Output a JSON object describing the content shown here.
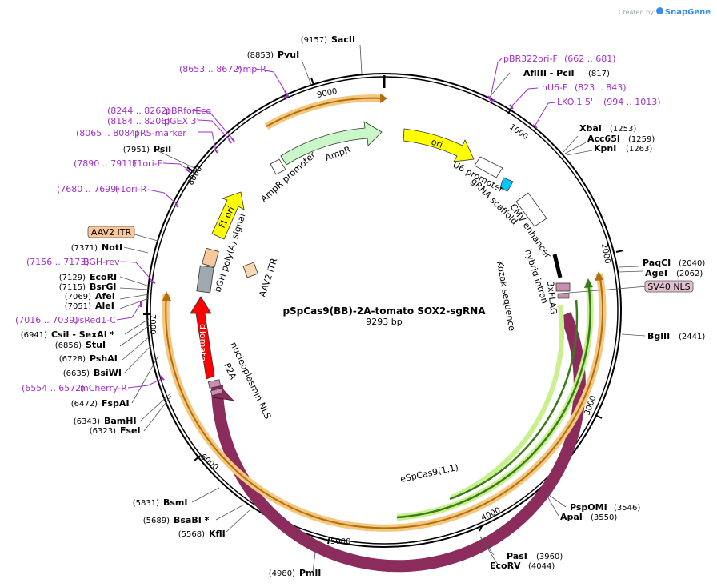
{
  "branding": {
    "created_by": "Created by",
    "brand": "SnapGene"
  },
  "plasmid": {
    "name": "pSpCas9(BB)-2A-tomato SOX2-sgRNA",
    "length": "9293 bp"
  },
  "ticks": [
    "1000",
    "2000",
    "3000",
    "4000",
    "5000",
    "6000",
    "7000",
    "8000",
    "9000"
  ],
  "sites": [
    {
      "name": "SacII",
      "pos": "(9157)"
    },
    {
      "name": "PvuI",
      "pos": "(8853)"
    },
    {
      "name": "PsiI",
      "pos": "(7951)"
    },
    {
      "name": "NotI",
      "pos": "(7371)"
    },
    {
      "name": "EcoRI",
      "pos": "(7129)"
    },
    {
      "name": "BsrGI",
      "pos": "(7115)"
    },
    {
      "name": "AfeI",
      "pos": "(7069)"
    },
    {
      "name": "AleI",
      "pos": "(7051)"
    },
    {
      "name": "CsiI  - SexAI *",
      "pos": "(6941)"
    },
    {
      "name": "StuI",
      "pos": "(6856)"
    },
    {
      "name": "PshAI",
      "pos": "(6728)"
    },
    {
      "name": "BsiWI",
      "pos": "(6635)"
    },
    {
      "name": "FspAI",
      "pos": "(6472)"
    },
    {
      "name": "BamHI",
      "pos": "(6343)"
    },
    {
      "name": "FseI",
      "pos": "(6323)"
    },
    {
      "name": "BsmI",
      "pos": "(5831)"
    },
    {
      "name": "BsaBI *",
      "pos": "(5689)"
    },
    {
      "name": "KflI",
      "pos": "(5568)"
    },
    {
      "name": "PmlI",
      "pos": "(4980)"
    },
    {
      "name": "AflIII  - PciI",
      "pos": "(817)"
    },
    {
      "name": "XbaI",
      "pos": "(1253)"
    },
    {
      "name": "Acc65I",
      "pos": "(1259)"
    },
    {
      "name": "KpnI",
      "pos": "(1263)"
    },
    {
      "name": "PaqCI",
      "pos": "(2040)"
    },
    {
      "name": "AgeI",
      "pos": "(2062)"
    },
    {
      "name": "BglII",
      "pos": "(2441)"
    },
    {
      "name": "PspOMI",
      "pos": "(3546)"
    },
    {
      "name": "ApaI",
      "pos": "(3550)"
    },
    {
      "name": "PasI",
      "pos": "(3960)"
    },
    {
      "name": "EcoRV",
      "pos": "(4044)"
    }
  ],
  "primers": [
    {
      "name": "Amp-R",
      "pos": "(8653 .. 8672)"
    },
    {
      "name": "pBRforEco",
      "pos": "(8244 .. 8262)"
    },
    {
      "name": "pGEX 3'",
      "pos": "(8184 .. 8206)"
    },
    {
      "name": "pRS-marker",
      "pos": "(8065 .. 8084)"
    },
    {
      "name": "F1ori-F",
      "pos": "(7890 .. 7911)"
    },
    {
      "name": "F1ori-R",
      "pos": "(7680 .. 7699)"
    },
    {
      "name": "BGH-rev",
      "pos": "(7156 .. 7173)"
    },
    {
      "name": "DsRed1-C",
      "pos": "(7016 .. 7039)"
    },
    {
      "name": "mCherry-R",
      "pos": "(6554 .. 6572)"
    },
    {
      "name": "pBR322ori-F",
      "pos": "(662 .. 681)"
    },
    {
      "name": "hU6-F",
      "pos": "(823 .. 843)"
    },
    {
      "name": "LKO.1 5'",
      "pos": "(994 .. 1013)"
    }
  ],
  "boxed_features": {
    "aav2_itr": "AAV2 ITR",
    "sv40_nls": "SV40 NLS"
  },
  "features": {
    "ori": "ori",
    "ampr": "AmpR",
    "ampr_promoter": "AmpR promoter",
    "f1_ori": "f1 ori",
    "bgh": "bGH poly(A) signal",
    "aav2_itr_inner": "AAV2 ITR",
    "dtomato": "dTomato",
    "p2a": "P2A",
    "nucleoplasmin": "nucleoplasmin NLS",
    "u6": "U6 promoter",
    "grna": "gRNA scaffold",
    "cmv": "CMV enhancer",
    "hybrid": "hybrid intron",
    "kozak": "Kozak sequence",
    "flag": "3xFLAG",
    "espcas9": "eSpCas9(1.1)"
  },
  "colors": {
    "backbone": "#000000",
    "orange_highlight": "#f5c77e",
    "green_highlight": "#c8f08c",
    "cas9": "#8b2c5d",
    "ori": "#ffff00",
    "ampr": "#c8f7c8",
    "dtomato": "#ff0000",
    "primer": "#a030c8",
    "sv40_box": "#e3c0d0",
    "aav2_box": "#f8c79a"
  }
}
